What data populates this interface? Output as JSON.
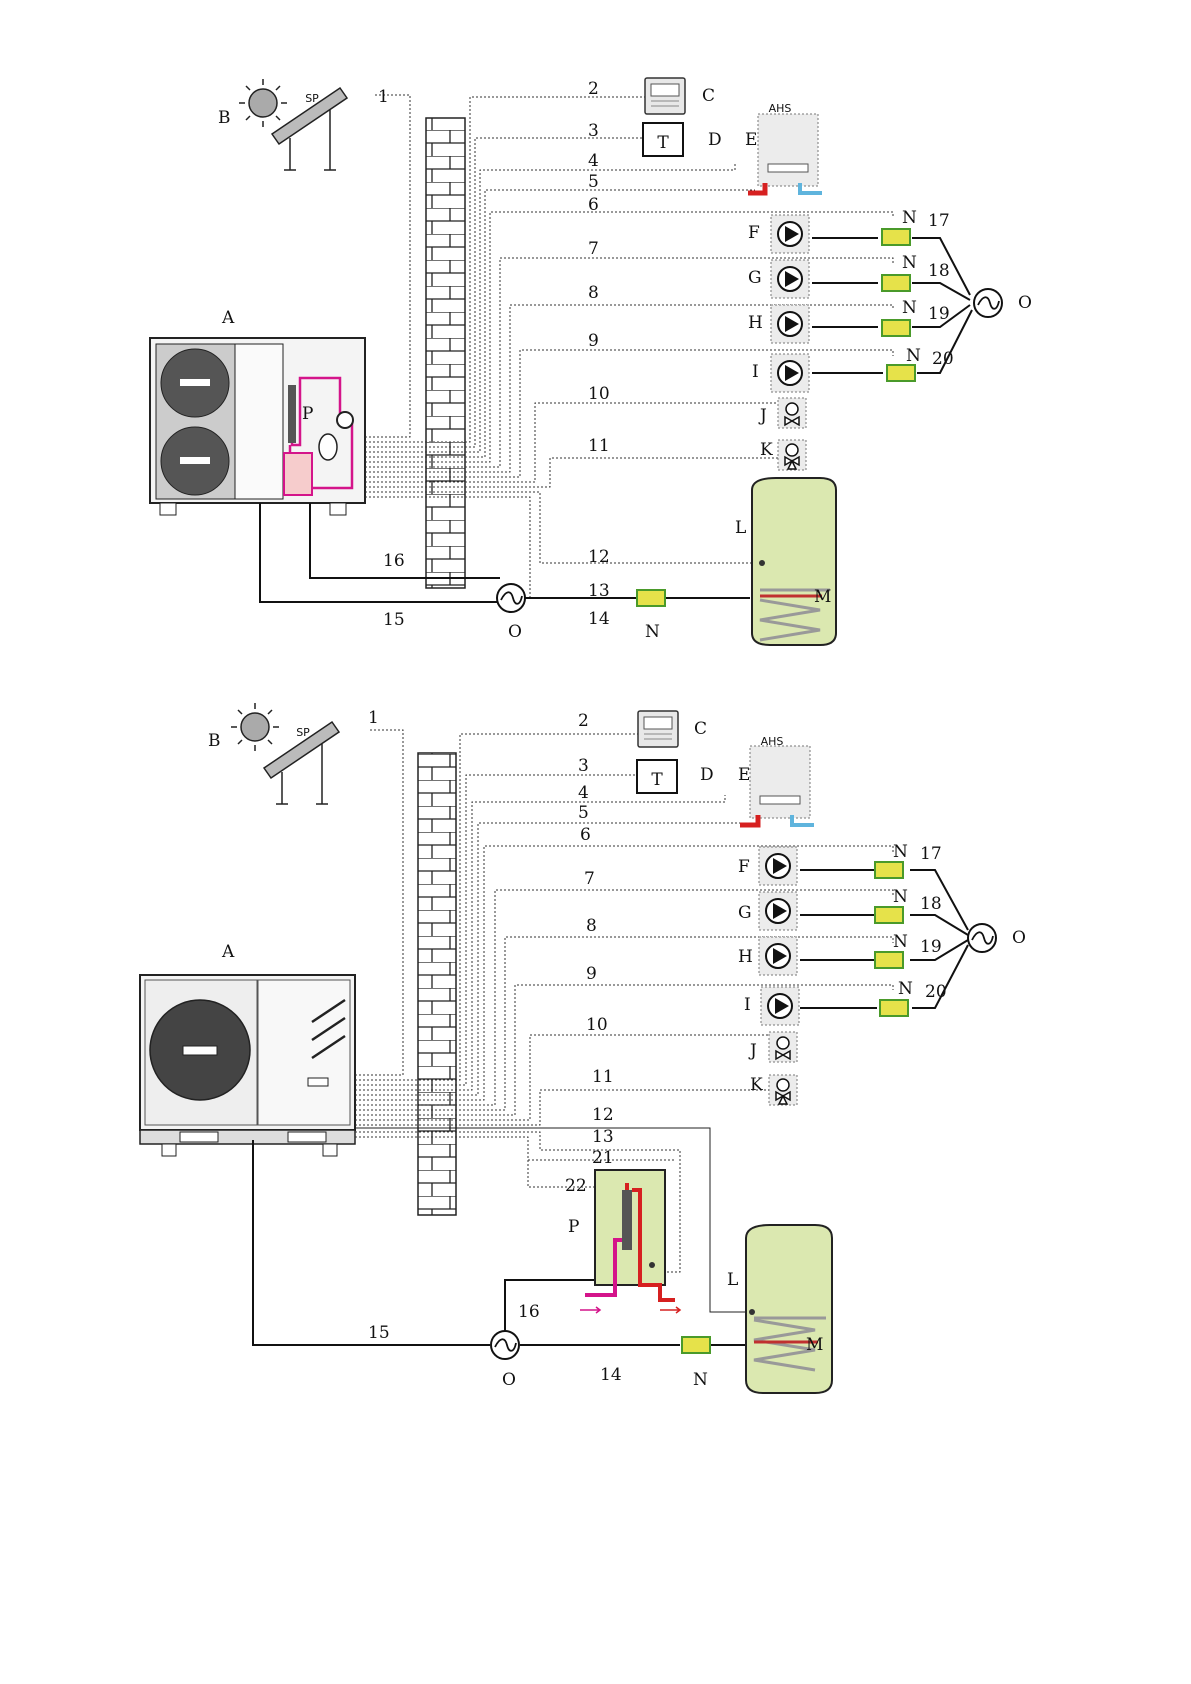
{
  "labels": {
    "A": "A",
    "B": "B",
    "C": "C",
    "D": "D",
    "E": "E",
    "F": "F",
    "G": "G",
    "H": "H",
    "I": "I",
    "J": "J",
    "K": "K",
    "L": "L",
    "M": "M",
    "N": "N",
    "O": "O",
    "P": "P",
    "sp": "SP",
    "ahs": "AHS",
    "T": "T"
  },
  "numbers": [
    "1",
    "2",
    "3",
    "4",
    "5",
    "6",
    "7",
    "8",
    "9",
    "10",
    "11",
    "12",
    "13",
    "14",
    "15",
    "16",
    "17",
    "18",
    "19",
    "20",
    "21",
    "22"
  ],
  "colors": {
    "hot": "#d62020",
    "cold": "#5fb4dd",
    "loop": "#d4148a",
    "tank": "#dbe8b0",
    "valve": "#e6e24a"
  }
}
